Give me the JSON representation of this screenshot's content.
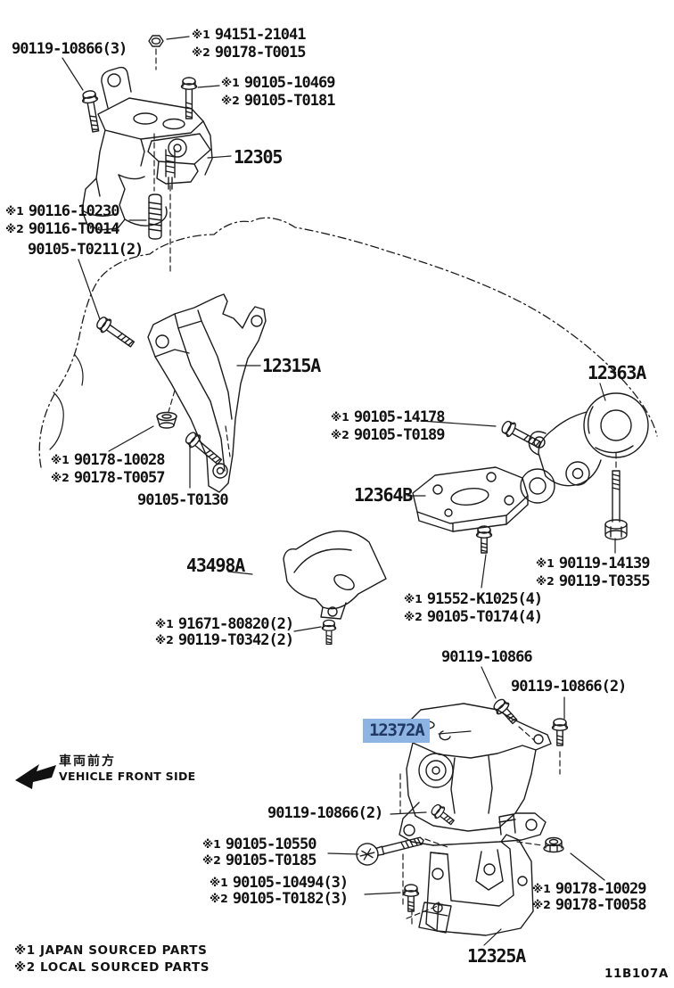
{
  "diagram": {
    "code": "11B107A",
    "highlight_color": "#8DB4E2",
    "highlight_text_color": "#1F3864",
    "line_color": "#1c1c1c",
    "front_marker": {
      "jp": "車両前方",
      "en": "VEHICLE FRONT SIDE"
    },
    "legend": {
      "line1_prefix": "※1",
      "line1_text": "JAPAN SOURCED PARTS",
      "line2_prefix": "※2",
      "line2_text": "LOCAL SOURCED PARTS"
    }
  },
  "callouts": {
    "bolt_mount_3": {
      "text": "90119-10866(3)"
    },
    "nut_top": {
      "l1p": "※1",
      "l1": "94151-21041",
      "l2p": "※2",
      "l2": "90178-T0015"
    },
    "bolt_top_right": {
      "l1p": "※1",
      "l1": "90105-10469",
      "l2p": "※2",
      "l2": "90105-T0181"
    },
    "part_12305": {
      "text": "12305"
    },
    "stud": {
      "l1p": "※1",
      "l1": "90116-10230",
      "l2p": "※2",
      "l2": "90116-T0014"
    },
    "bolt_bracket_2": {
      "text": "90105-T0211(2)"
    },
    "part_12315a": {
      "text": "12315A"
    },
    "part_12363a": {
      "text": "12363A"
    },
    "bolt_rod": {
      "l1p": "※1",
      "l1": "90105-14178",
      "l2p": "※2",
      "l2": "90105-T0189"
    },
    "part_12364b": {
      "text": "12364B"
    },
    "plug": {
      "l1p": "※1",
      "l1": "90178-10028",
      "l2p": "※2",
      "l2": "90178-T0057"
    },
    "bolt_t0130": {
      "text": "90105-T0130"
    },
    "part_43498a": {
      "text": "43498A"
    },
    "bolt_rod_long": {
      "l1p": "※1",
      "l1": "90119-14139",
      "l2p": "※2",
      "l2": "90119-T0355"
    },
    "bolt_small_2": {
      "l1p": "※1",
      "l1": "91671-80820(2)",
      "l2p": "※2",
      "l2": "90119-T0342(2)"
    },
    "bolt_4": {
      "l1p": "※1",
      "l1": "91552-K1025(4)",
      "l2p": "※2",
      "l2": "90105-T0174(4)"
    },
    "bolt_10866": {
      "text": "90119-10866"
    },
    "bolt_10866_2_up": {
      "text": "90119-10866(2)"
    },
    "part_12372a": {
      "text": "12372A"
    },
    "bolt_10866_2_low": {
      "text": "90119-10866(2)"
    },
    "bolt_through": {
      "l1p": "※1",
      "l1": "90105-10550",
      "l2p": "※2",
      "l2": "90105-T0185"
    },
    "bolt_3x": {
      "l1p": "※1",
      "l1": "90105-10494(3)",
      "l2p": "※2",
      "l2": "90105-T0182(3)"
    },
    "nut_bottom": {
      "l1p": "※1",
      "l1": "90178-10029",
      "l2p": "※2",
      "l2": "90178-T0058"
    },
    "part_12325a": {
      "text": "12325A"
    }
  }
}
